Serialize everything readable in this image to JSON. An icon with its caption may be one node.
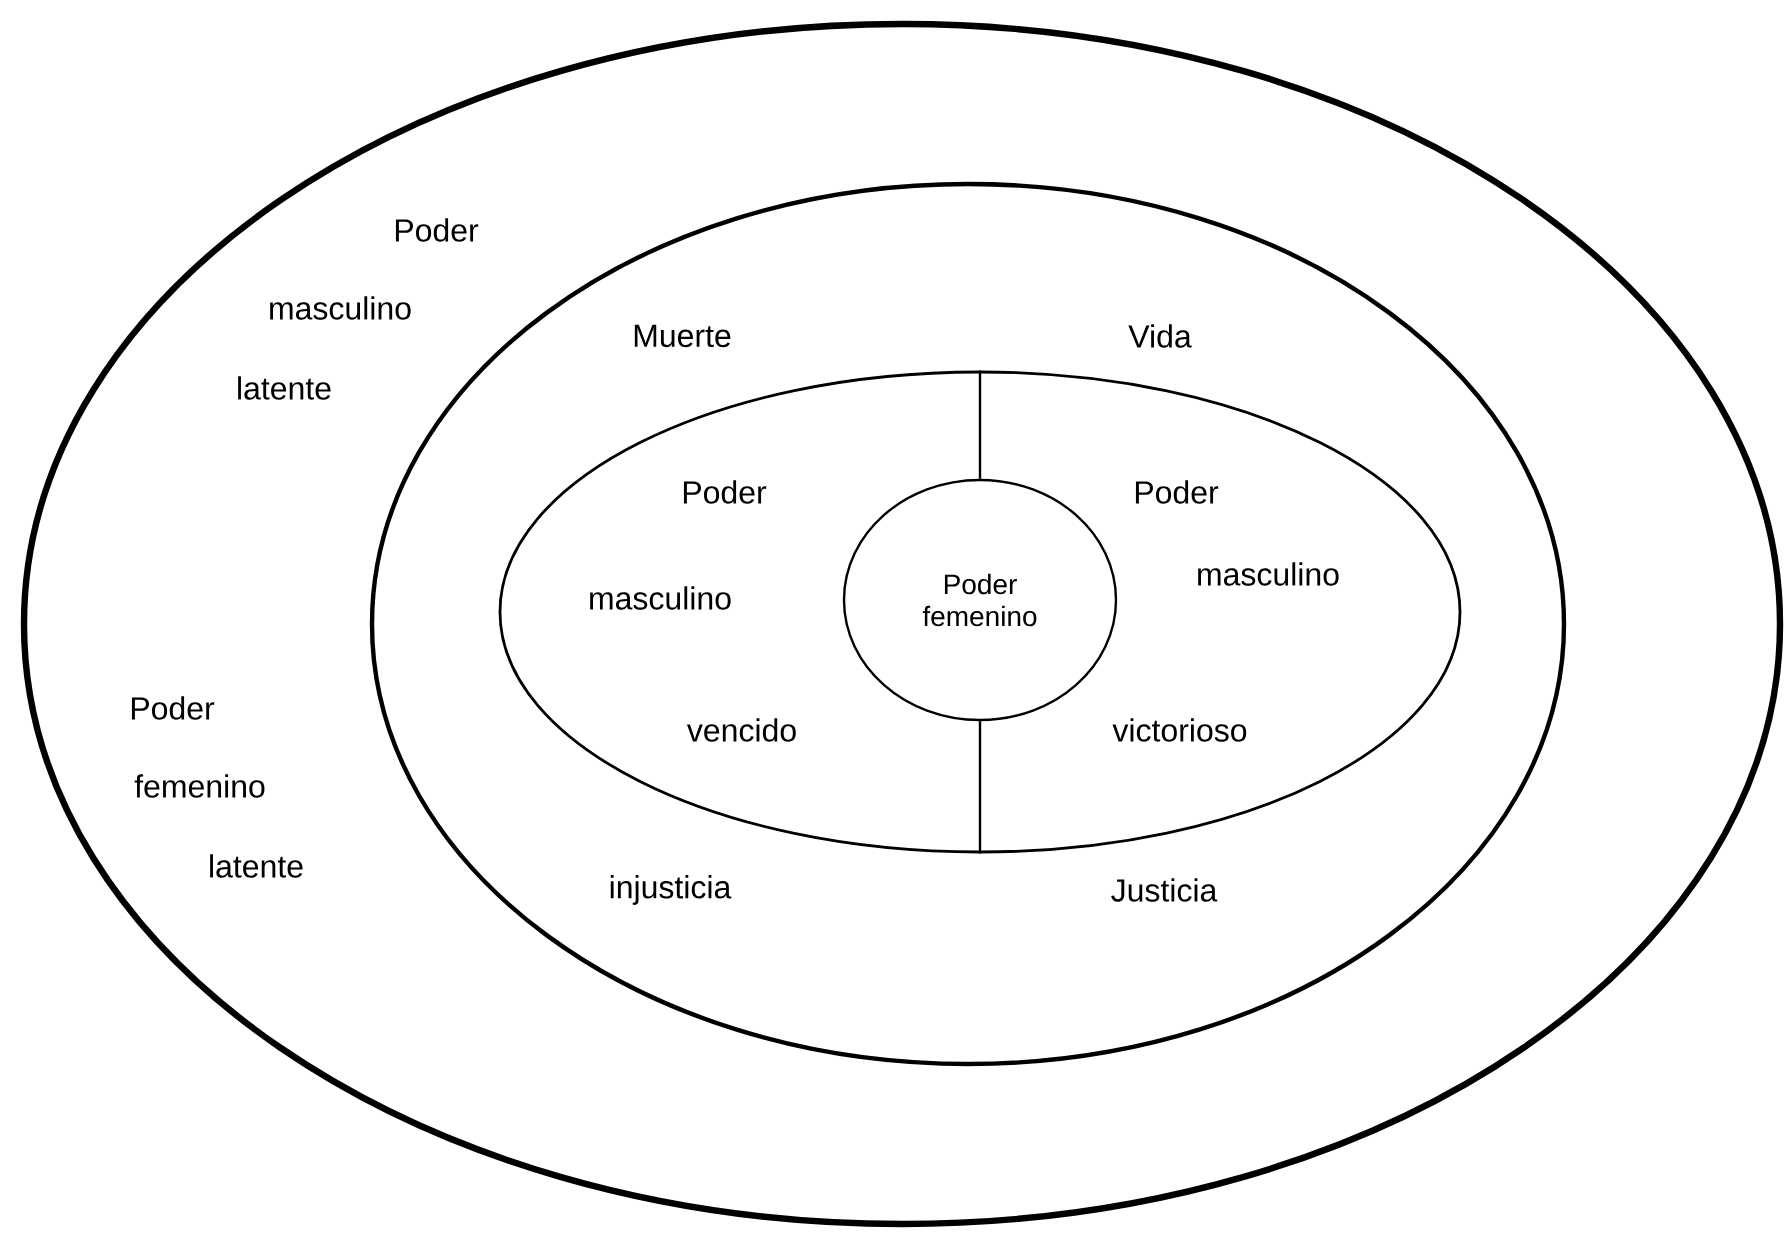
{
  "diagram": {
    "nodes": [
      {
        "text": [
          "Poder",
          "masculino",
          "latente",
          "Poder",
          "femenino",
          "latente"
        ]
      },
      {
        "text": [
          "Muerte",
          "Vida",
          "injusticia",
          "Justicia"
        ],
        "in": 0
      },
      {
        "text": [
          "Poder",
          "masculino",
          "vencido",
          "Poder",
          "masculino",
          "victorioso"
        ],
        "in": 1
      },
      {
        "text": [
          "Poder femenino"
        ],
        "in": 2
      }
    ],
    "edges": [
      {
        "from": 3,
        "to": 2,
        "arrow": "none"
      },
      {
        "from": 3,
        "to": 2,
        "arrow": "none"
      }
    ]
  }
}
